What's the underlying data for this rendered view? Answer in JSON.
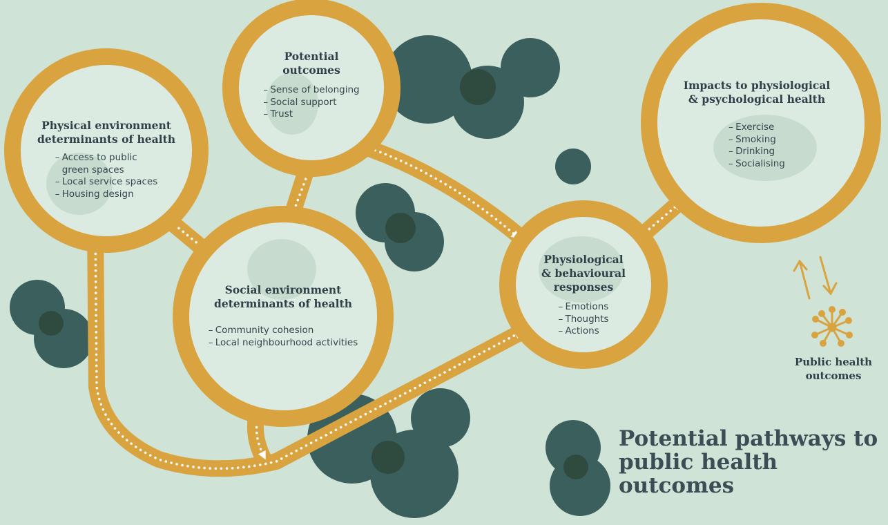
{
  "diagram": {
    "title_line1": "Potential pathways to",
    "title_line2": "public health outcomes",
    "legend": {
      "label_line1": "Public health",
      "label_line2": "outcomes",
      "icons": [
        "bidirectional-arrows-icon",
        "network-burst-icon"
      ]
    },
    "colors": {
      "background": "#cfe3d6",
      "ring": "#d9a440",
      "node_fill": "#dcebe2",
      "bubble": "#3a5f5c",
      "overlap": "#263a2a",
      "text": "#2f4048"
    },
    "nodes": {
      "physical": {
        "title_line1": "Physical environment",
        "title_line2": "determinants of health",
        "items": [
          "Access to public",
          "green spaces",
          "Local service spaces",
          "Housing design"
        ]
      },
      "outcomes": {
        "title_line1": "Potential",
        "title_line2": "outcomes",
        "items": [
          "Sense of belonging",
          "Social support",
          "Trust"
        ]
      },
      "social": {
        "title_line1": "Social environment",
        "title_line2": "determinants of health",
        "items": [
          "Community cohesion",
          "Local neighbourhood activities"
        ]
      },
      "physiological": {
        "title_line1": "Physiological",
        "title_line2": "& behavioural",
        "title_line3": "responses",
        "items": [
          "Emotions",
          "Thoughts",
          "Actions"
        ]
      },
      "impacts": {
        "title_line1": "Impacts to physiological",
        "title_line2": "& psychological health",
        "items": [
          "Exercise",
          "Smoking",
          "Drinking",
          "Socialising"
        ]
      }
    }
  }
}
